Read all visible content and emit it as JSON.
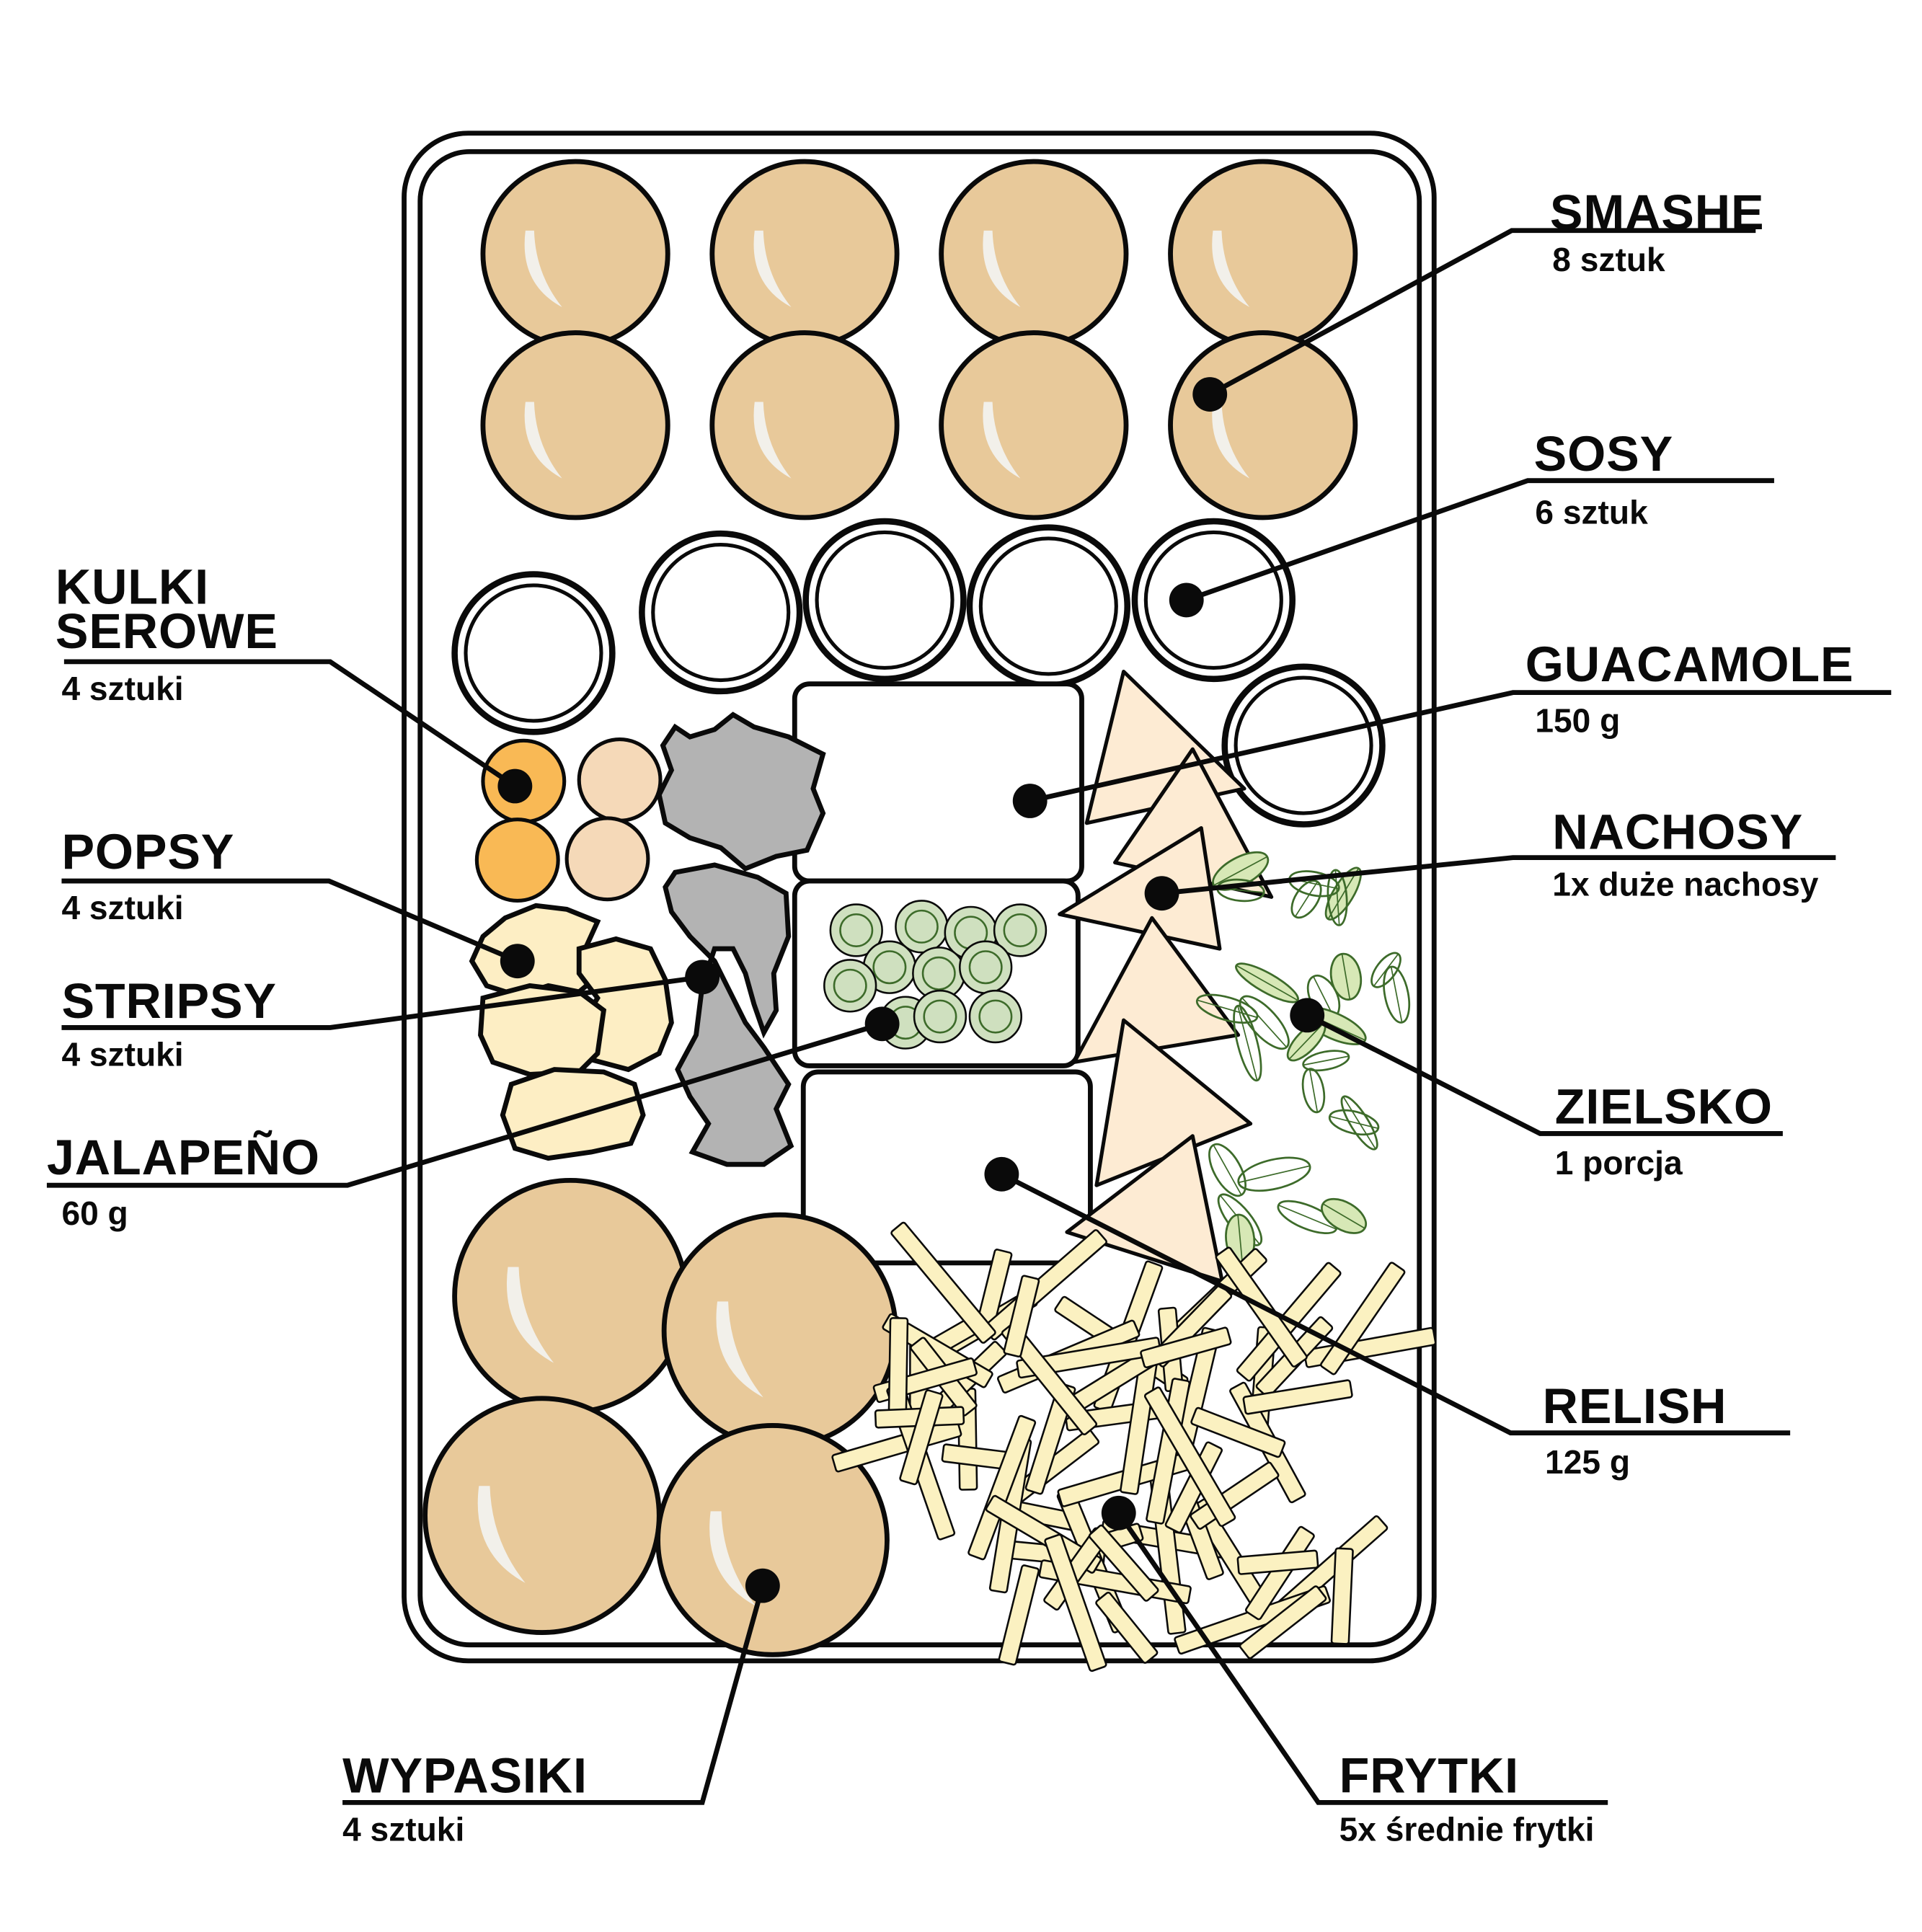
{
  "labels": {
    "smashe": {
      "title": "SMASHE",
      "sub": "8 sztuk"
    },
    "sosy": {
      "title": "SOSY",
      "sub": "6 sztuk"
    },
    "guacamole": {
      "title": "GUACAMOLE",
      "sub": "150 g"
    },
    "nachosy": {
      "title": "NACHOSY",
      "sub": "1x duże nachosy"
    },
    "zielsko": {
      "title": "ZIELSKO",
      "sub": "1 porcja"
    },
    "relish": {
      "title": "RELISH",
      "sub": "125 g"
    },
    "frytki": {
      "title": "FRYTKI",
      "sub": "5x średnie frytki"
    },
    "wypasiki": {
      "title": "WYPASIKI",
      "sub": "4 sztuki"
    },
    "kulki": {
      "title_line1": "KULKI",
      "title_line2": "SEROWE",
      "sub": "4 sztuki"
    },
    "popsy": {
      "title": "POPSY",
      "sub": "4 sztuki"
    },
    "stripsy": {
      "title": "STRIPSY",
      "sub": "4 sztuki"
    },
    "jalapeno": {
      "title": "JALAPEÑO",
      "sub": "60 g"
    }
  },
  "colors": {
    "bun": "#e8c99a",
    "cheese_ball": "#f9b955",
    "pop": "#f5d9b8",
    "popsy": "#fdeec4",
    "stripsy": "#b3b3b3",
    "nacho": "#fdebd3",
    "fries": "#fbf1c1",
    "jalapeno": "#cfe0bf",
    "leaf": "#d7e8b6",
    "leaf_stroke": "#3d6b2a"
  }
}
